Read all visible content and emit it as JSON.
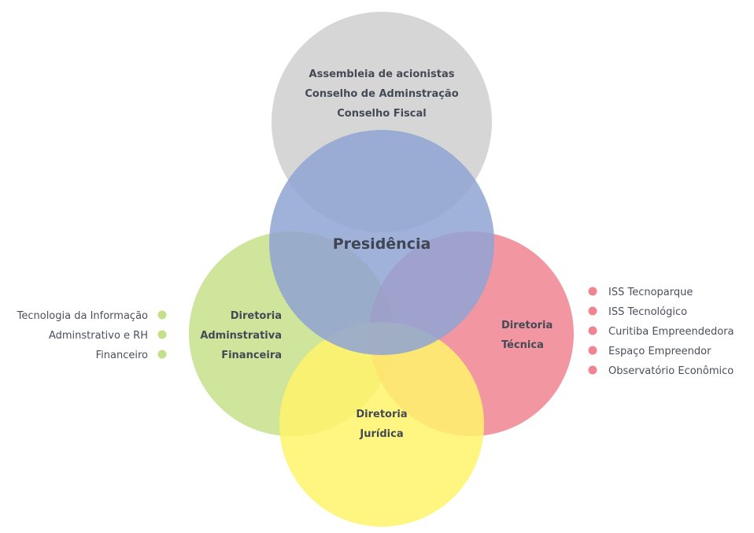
{
  "colors": {
    "gray": "#d6d6d6",
    "blue": "#8fa3d3",
    "green": "#c6e08a",
    "pink": "#f08591",
    "yellow": "#fff36b",
    "text": "#444a55"
  },
  "top_circle": {
    "lines": [
      "Assembleia de acionistas",
      "Conselho de Adminstração",
      "Conselho Fiscal"
    ]
  },
  "center_circle": {
    "label": "Presidência"
  },
  "left_circle": {
    "lines": [
      "Diretoria",
      "Adminstrativa",
      "Financeira"
    ],
    "items": [
      "Tecnologia da Informação",
      "Adminstrativo e RH",
      "Financeiro"
    ]
  },
  "right_circle": {
    "lines": [
      "Diretoria",
      "Técnica"
    ],
    "items": [
      "ISS Tecnoparque",
      "ISS Tecnológico",
      "Curitiba Empreendedora",
      "Espaço Empreendor",
      "Observatório Econômico"
    ]
  },
  "bottom_circle": {
    "lines": [
      "Diretoria",
      "Jurídica"
    ]
  }
}
